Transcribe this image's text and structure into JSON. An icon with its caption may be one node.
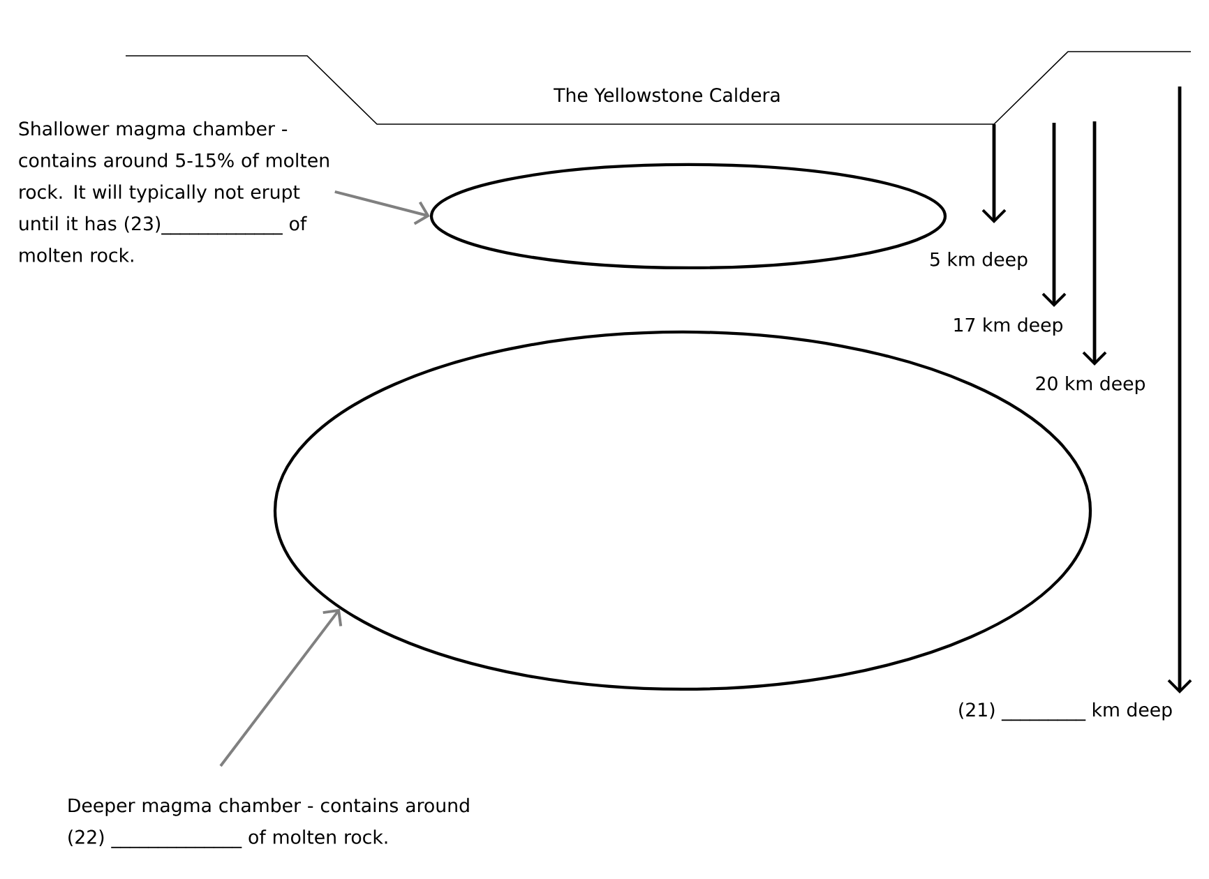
{
  "diagram": {
    "nodes": [
      {
        "text": [
          "Shallower magma chamber - contains around 5-15% of molten rock. It will typically not erupt until it has (23)_____________ of molten rock."
        ]
      },
      {
        "text": [],
        "shape": "ellipse"
      },
      {
        "text": [],
        "shape": "ellipse"
      },
      {
        "text": [
          "Deeper magma chamber - contains around (22) ______________ of molten rock."
        ]
      }
    ],
    "edges": [
      {
        "from": 0,
        "to": 1,
        "arrow": "to"
      },
      {
        "from": 3,
        "to": 2,
        "arrow": "to"
      }
    ],
    "labels": [
      "The Yellowstone Caldera",
      "5 km deep",
      "17 km deep",
      "20 km deep",
      "(21) _________ km deep"
    ]
  }
}
